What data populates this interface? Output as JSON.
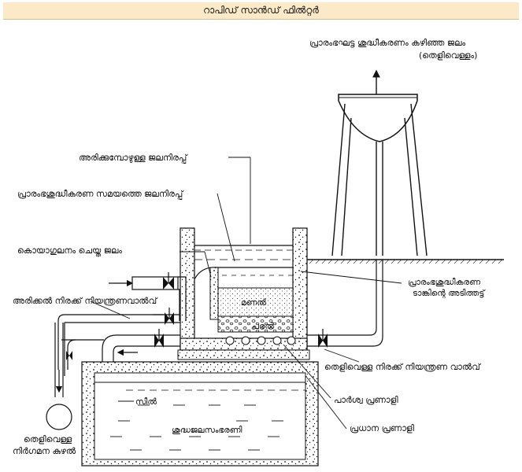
{
  "title": "റാപിഡ് സാൻഡ് ഫിൽറ്റർ",
  "labels": {
    "treated_water_l1": "പ്രാരംഭഘട്ട ശുദ്ധീകരണം കഴിഞ്ഞ ജലം",
    "treated_water_l2": "(തെളിവെള്ളം)",
    "water_level_filtering": "അരിക്കുമ്പോഴുള്ള ജലനിരപ്പ്",
    "water_level_pretreatment": "പ്രാരംഭശുദ്ധീകരണ സമയത്തെ ജലനിരപ്പ്",
    "coagulated_water": "കൊയാഗുലനം ചെയ്ത ജലം",
    "filter_rate_valve": "അരിക്കൽ നിരക്ക് നിയന്ത്രണവാൽവ്",
    "tank_bottom_l1": "പ്രാരംഭശുദ്ധീകരണ",
    "tank_bottom_l2": "ടാങ്കിന്റെ അടിത്തട്ട്",
    "sand": "മണൽ",
    "gravel": "പരൽ",
    "clear_water_valve": "തെളിവെള്ള നിരക്ക് നിയന്ത്രണ വാൽവ്",
    "lateral_pipe": "പാർശ്വ പ്രണാളി",
    "seal": "സീൽ",
    "main_pipe": "പ്രധാന പ്രണാളി",
    "clear_well": "ശുദ്ധജലസംഭരണി",
    "outlet_l1": "തെളിവെള്ള",
    "outlet_l2": "നിർഗമന കുഴൽ"
  }
}
